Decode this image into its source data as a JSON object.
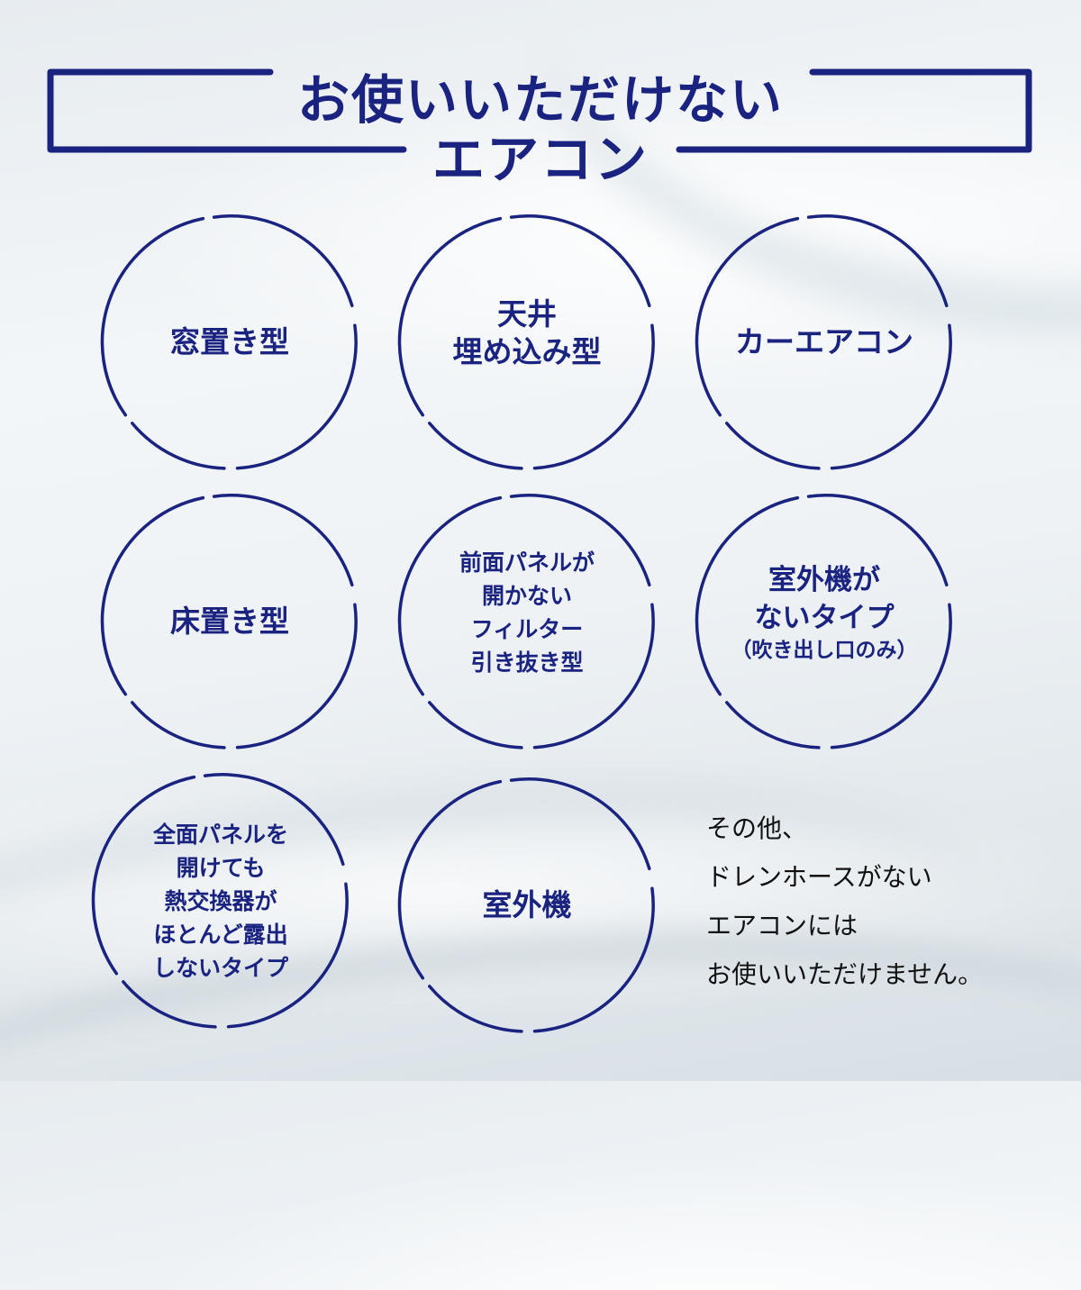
{
  "header": {
    "title_line1": "お使いいただけない",
    "title_line2": "エアコン"
  },
  "colors": {
    "accent": "#1a2380",
    "note_text": "#111111",
    "background": "#eef2f5"
  },
  "items": [
    {
      "lines": [
        "窓置き型"
      ]
    },
    {
      "lines": [
        "天井",
        "埋め込み型"
      ]
    },
    {
      "lines": [
        "カーエアコン"
      ]
    },
    {
      "lines": [
        "床置き型"
      ]
    },
    {
      "lines": [
        "前面パネルが",
        "開かない",
        "フィルター",
        "引き抜き型"
      ]
    },
    {
      "lines": [
        "室外機が",
        "ないタイプ"
      ],
      "sub": "（吹き出し口のみ）"
    },
    {
      "lines": [
        "全面パネルを",
        "開けても",
        "熱交換器が",
        "ほとんど露出",
        "しないタイプ"
      ]
    },
    {
      "lines": [
        "室外機"
      ]
    }
  ],
  "note": {
    "lines": [
      "その他、",
      "ドレンホースがない",
      "エアコンには",
      "お使いいただけません。"
    ]
  }
}
